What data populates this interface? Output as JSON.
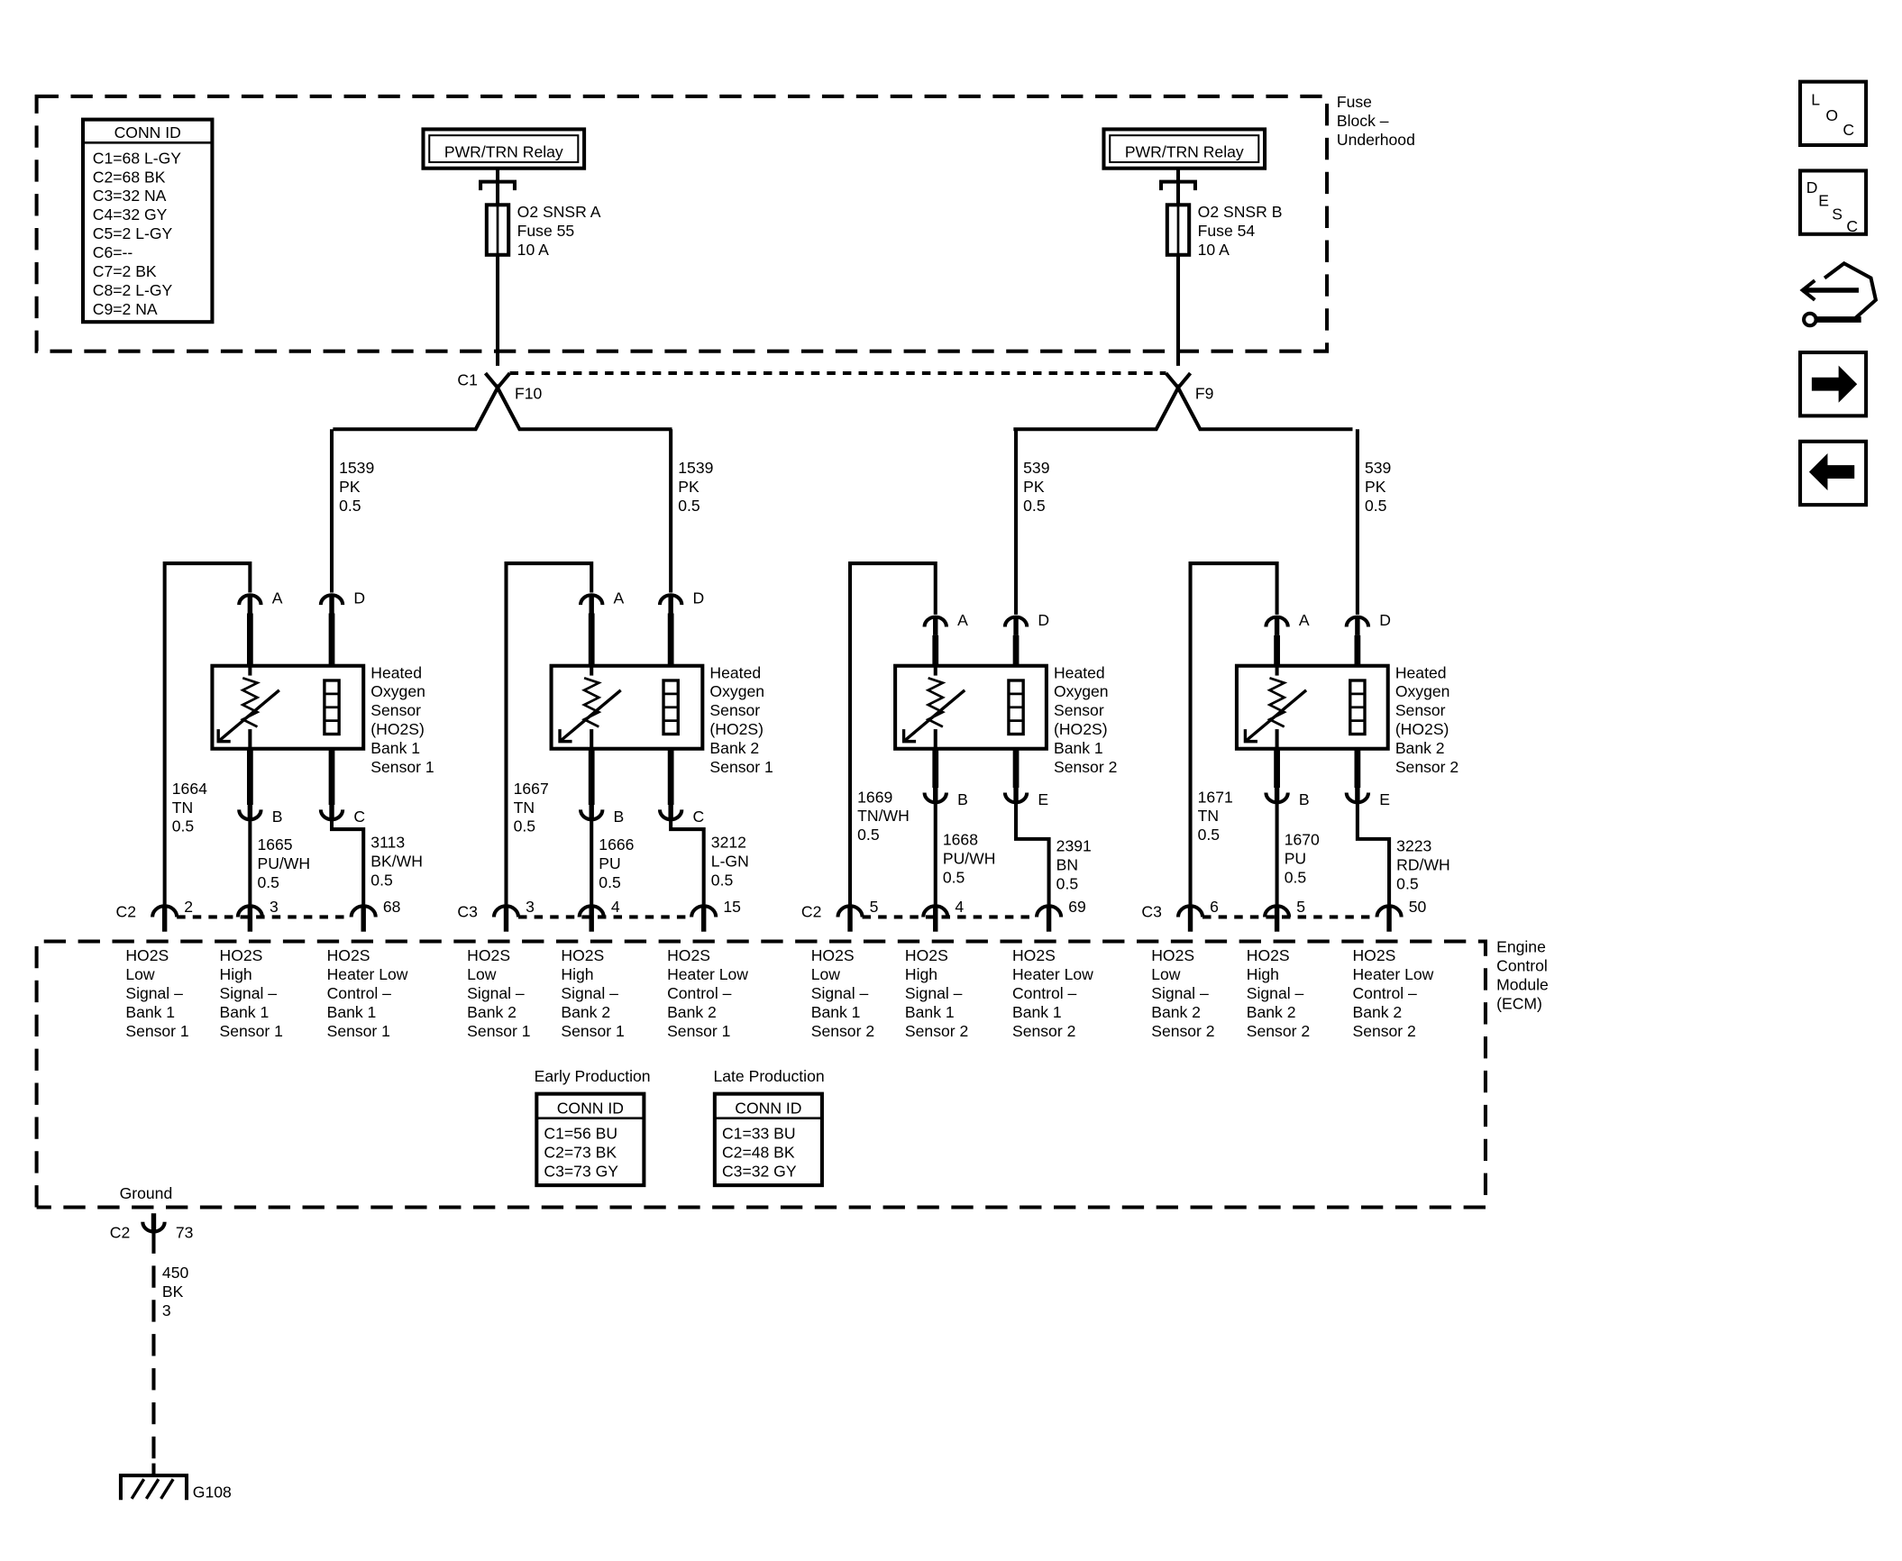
{
  "fuse_block": {
    "label": [
      "Fuse",
      "Block –",
      "Underhood"
    ],
    "conn_id": {
      "title": "CONN ID",
      "rows": [
        "C1=68 L-GY",
        "C2=68 BK",
        "C3=32 NA",
        "C4=32 GY",
        "C5=2 L-GY",
        "C6=--",
        "C7=2 BK",
        "C8=2 L-GY",
        "C9=2 NA"
      ]
    },
    "relays": [
      {
        "label": "PWR/TRN Relay"
      },
      {
        "label": "PWR/TRN Relay"
      }
    ],
    "fuses": [
      {
        "lines": [
          "O2 SNSR A",
          "Fuse 55",
          "10 A"
        ]
      },
      {
        "lines": [
          "O2 SNSR B",
          "Fuse 54",
          "10 A"
        ]
      }
    ],
    "connector_c1": "C1",
    "terminals": [
      "F10",
      "F9"
    ]
  },
  "sensors": [
    {
      "name": [
        "Heated",
        "Oxygen",
        "Sensor",
        "(HO2S)",
        "Bank 1",
        "Sensor 1"
      ],
      "pins": {
        "top_low": "A",
        "top_heater": "D",
        "bot_low": "B",
        "bot_heater": "C"
      },
      "wires": {
        "feed": [
          "1539",
          "PK",
          "0.5"
        ],
        "low": [
          "1664",
          "TN",
          "0.5"
        ],
        "high": [
          "1665",
          "PU/WH",
          "0.5"
        ],
        "heater": [
          "3113",
          "BK/WH",
          "0.5"
        ]
      },
      "ecm": {
        "connector": "C2",
        "pins": [
          "2",
          "3",
          "68"
        ],
        "labels": [
          [
            "HO2S",
            "Low",
            "Signal –",
            "Bank 1",
            "Sensor 1"
          ],
          [
            "HO2S",
            "High",
            "Signal –",
            "Bank 1",
            "Sensor 1"
          ],
          [
            "HO2S",
            "Heater Low",
            "Control –",
            "Bank 1",
            "Sensor 1"
          ]
        ]
      }
    },
    {
      "name": [
        "Heated",
        "Oxygen",
        "Sensor",
        "(HO2S)",
        "Bank 2",
        "Sensor 1"
      ],
      "pins": {
        "top_low": "A",
        "top_heater": "D",
        "bot_low": "B",
        "bot_heater": "C"
      },
      "wires": {
        "feed": [
          "1539",
          "PK",
          "0.5"
        ],
        "low": [
          "1667",
          "TN",
          "0.5"
        ],
        "high": [
          "1666",
          "PU",
          "0.5"
        ],
        "heater": [
          "3212",
          "L-GN",
          "0.5"
        ]
      },
      "ecm": {
        "connector": "C3",
        "pins": [
          "3",
          "4",
          "15"
        ],
        "labels": [
          [
            "HO2S",
            "Low",
            "Signal –",
            "Bank 2",
            "Sensor 1"
          ],
          [
            "HO2S",
            "High",
            "Signal –",
            "Bank 2",
            "Sensor 1"
          ],
          [
            "HO2S",
            "Heater Low",
            "Control –",
            "Bank 2",
            "Sensor 1"
          ]
        ]
      }
    },
    {
      "name": [
        "Heated",
        "Oxygen",
        "Sensor",
        "(HO2S)",
        "Bank 1",
        "Sensor 2"
      ],
      "pins": {
        "top_low": "A",
        "top_heater": "D",
        "bot_low": "B",
        "bot_heater": "E"
      },
      "wires": {
        "feed": [
          "539",
          "PK",
          "0.5"
        ],
        "low": [
          "1669",
          "TN/WH",
          "0.5"
        ],
        "high": [
          "1668",
          "PU/WH",
          "0.5"
        ],
        "heater": [
          "2391",
          "BN",
          "0.5"
        ]
      },
      "ecm": {
        "connector": "C2",
        "pins": [
          "5",
          "4",
          "69"
        ],
        "labels": [
          [
            "HO2S",
            "Low",
            "Signal –",
            "Bank 1",
            "Sensor 2"
          ],
          [
            "HO2S",
            "High",
            "Signal –",
            "Bank 1",
            "Sensor 2"
          ],
          [
            "HO2S",
            "Heater Low",
            "Control –",
            "Bank 1",
            "Sensor 2"
          ]
        ]
      }
    },
    {
      "name": [
        "Heated",
        "Oxygen",
        "Sensor",
        "(HO2S)",
        "Bank 2",
        "Sensor 2"
      ],
      "pins": {
        "top_low": "A",
        "top_heater": "D",
        "bot_low": "B",
        "bot_heater": "E"
      },
      "wires": {
        "feed": [
          "539",
          "PK",
          "0.5"
        ],
        "low": [
          "1671",
          "TN",
          "0.5"
        ],
        "high": [
          "1670",
          "PU",
          "0.5"
        ],
        "heater": [
          "3223",
          "RD/WH",
          "0.5"
        ]
      },
      "ecm": {
        "connector": "C3",
        "pins": [
          "6",
          "5",
          "50"
        ],
        "labels": [
          [
            "HO2S",
            "Low",
            "Signal –",
            "Bank 2",
            "Sensor 2"
          ],
          [
            "HO2S",
            "High",
            "Signal –",
            "Bank 2",
            "Sensor 2"
          ],
          [
            "HO2S",
            "Heater Low",
            "Control –",
            "Bank 2",
            "Sensor 2"
          ]
        ]
      }
    }
  ],
  "ecm": {
    "label": [
      "Engine",
      "Control",
      "Module",
      "(ECM)"
    ],
    "early": {
      "caption": "Early Production",
      "title": "CONN ID",
      "rows": [
        "C1=56 BU",
        "C2=73 BK",
        "C3=73 GY"
      ]
    },
    "late": {
      "caption": "Late Production",
      "title": "CONN ID",
      "rows": [
        "C1=33 BU",
        "C2=48 BK",
        "C3=32 GY"
      ]
    },
    "ground_label": "Ground",
    "ground_connector": "C2",
    "ground_pin": "73"
  },
  "ground": {
    "wire": [
      "450",
      "BK",
      "3"
    ],
    "name": "G108"
  },
  "nav_icons": [
    {
      "name": "loc-icon",
      "letters": [
        "L",
        "O",
        "C"
      ]
    },
    {
      "name": "desc-icon",
      "letters": [
        "D",
        "E",
        "S",
        "C"
      ]
    },
    {
      "name": "connector-tool-icon"
    },
    {
      "name": "next-arrow-icon"
    },
    {
      "name": "back-arrow-icon"
    }
  ]
}
